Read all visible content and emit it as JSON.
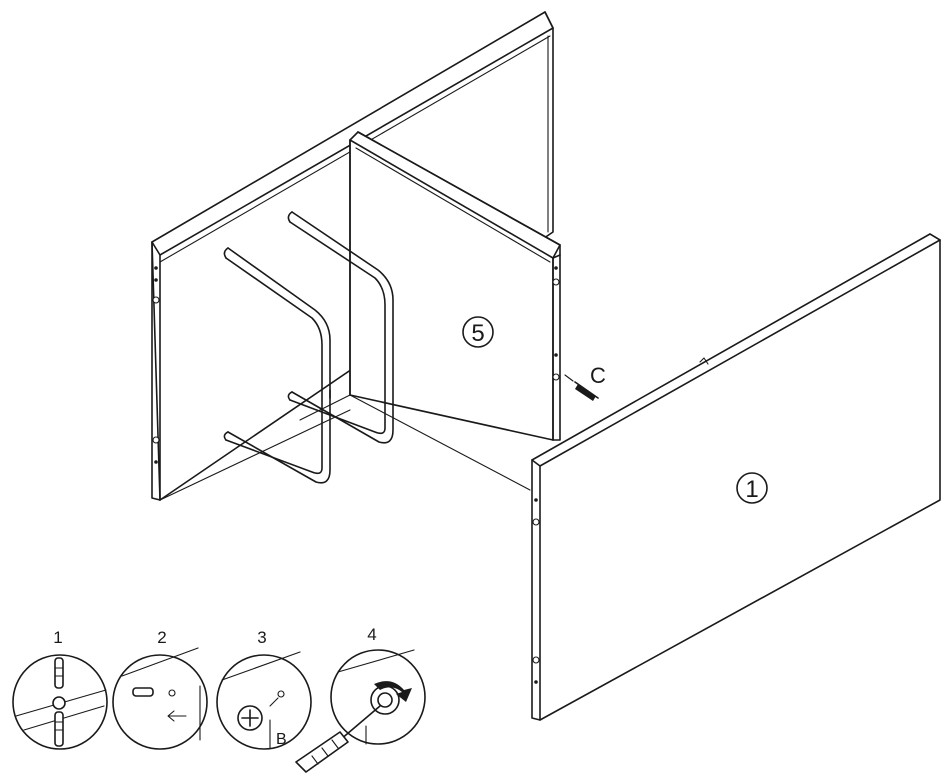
{
  "parts": {
    "panel_main": "5",
    "panel_front": "1",
    "dowel": "C",
    "cam_fitting": "B"
  },
  "steps": [
    "1",
    "2",
    "3",
    "4"
  ]
}
